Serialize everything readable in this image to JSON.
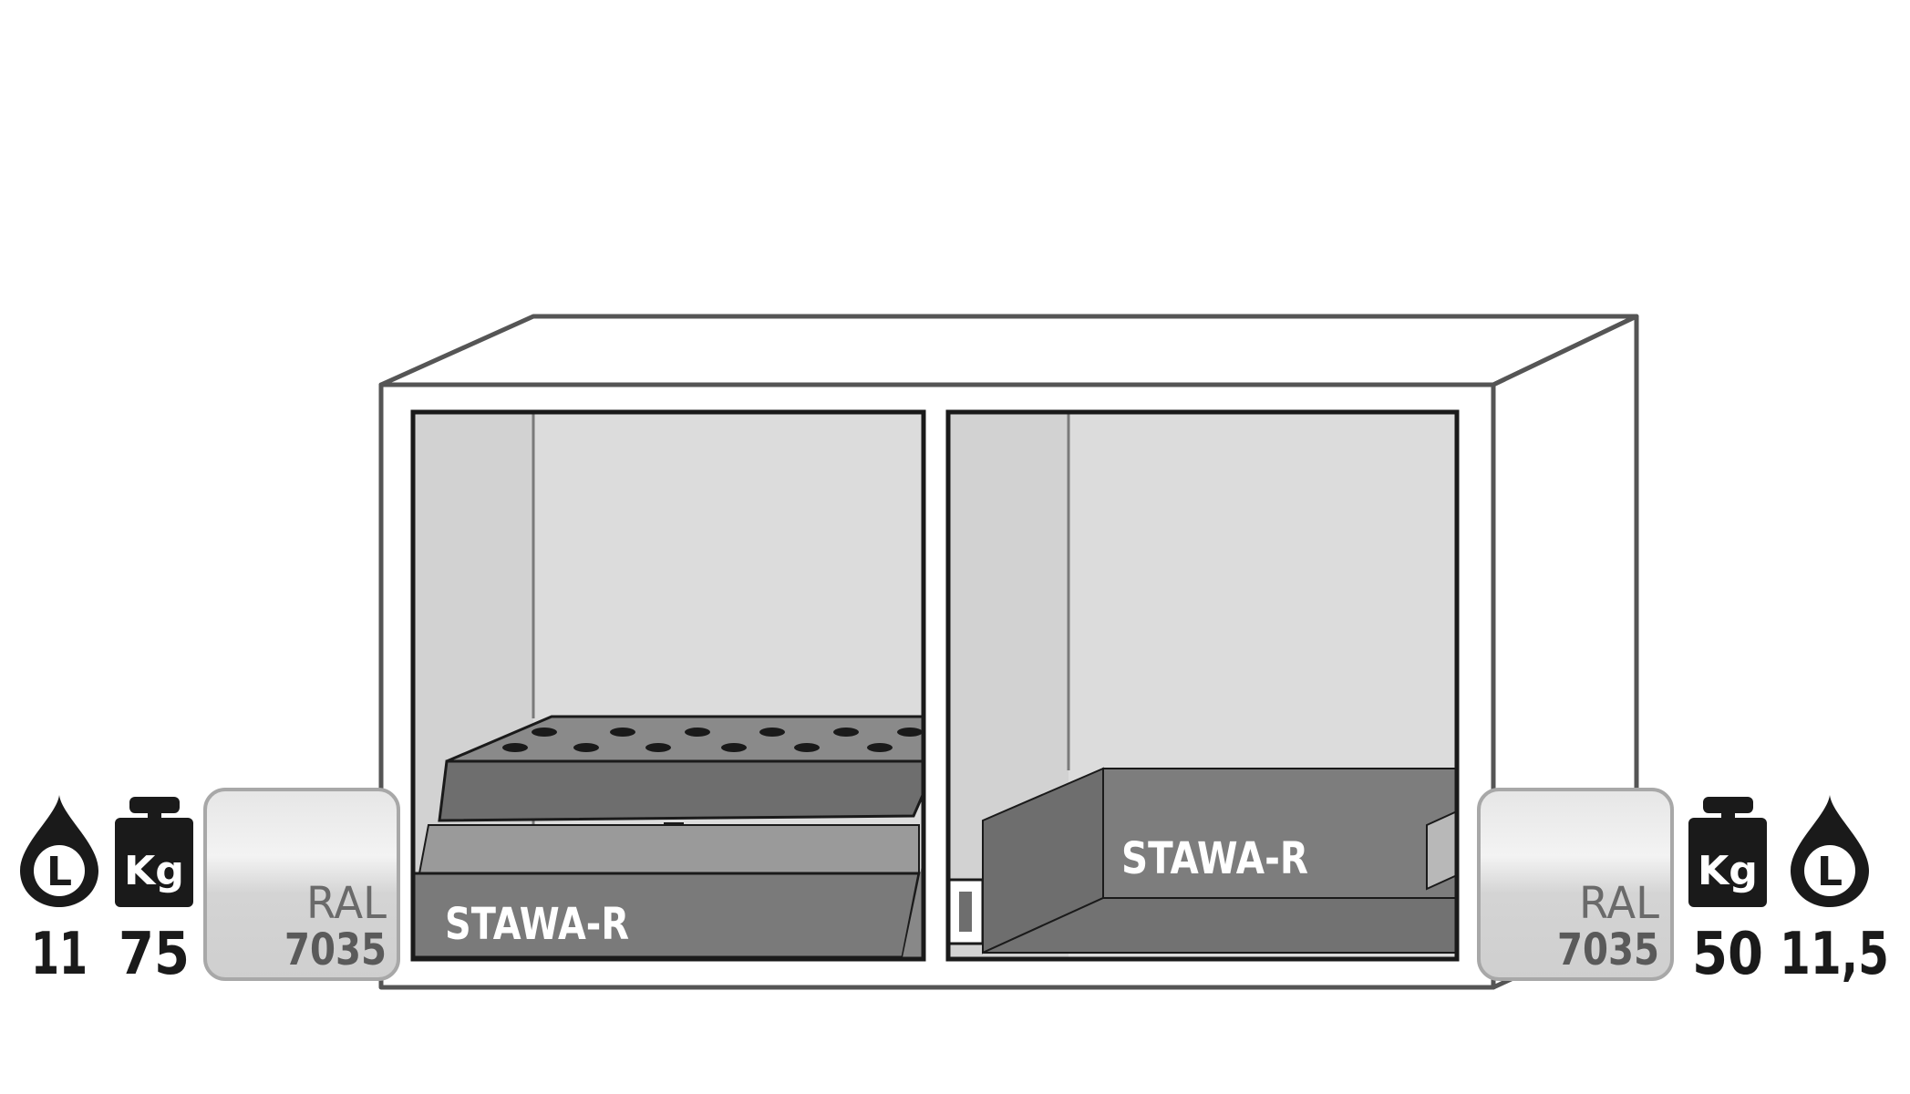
{
  "left_icons": {
    "volume_icon_letter": "L",
    "weight_icon_label": "Kg",
    "volume_value": "11",
    "weight_value": "75"
  },
  "right_icons": {
    "volume_icon_letter": "L",
    "weight_icon_label": "Kg",
    "volume_value": "11,5",
    "weight_value": "50"
  },
  "left_swatch": {
    "label": "RAL",
    "code": "7035",
    "color": "#d6d6d6"
  },
  "right_swatch": {
    "label": "RAL",
    "code": "7035",
    "color": "#d6d6d6"
  },
  "left_compartment": {
    "tray_label": "STAWA-R"
  },
  "right_compartment": {
    "tray_label": "STAWA-R"
  },
  "colors": {
    "outline": "#555555",
    "interior": "#dddddd",
    "tray_dark": "#6e6e6e",
    "tray_mid": "#7a7a7a",
    "icon_black": "#1a1a1a"
  }
}
